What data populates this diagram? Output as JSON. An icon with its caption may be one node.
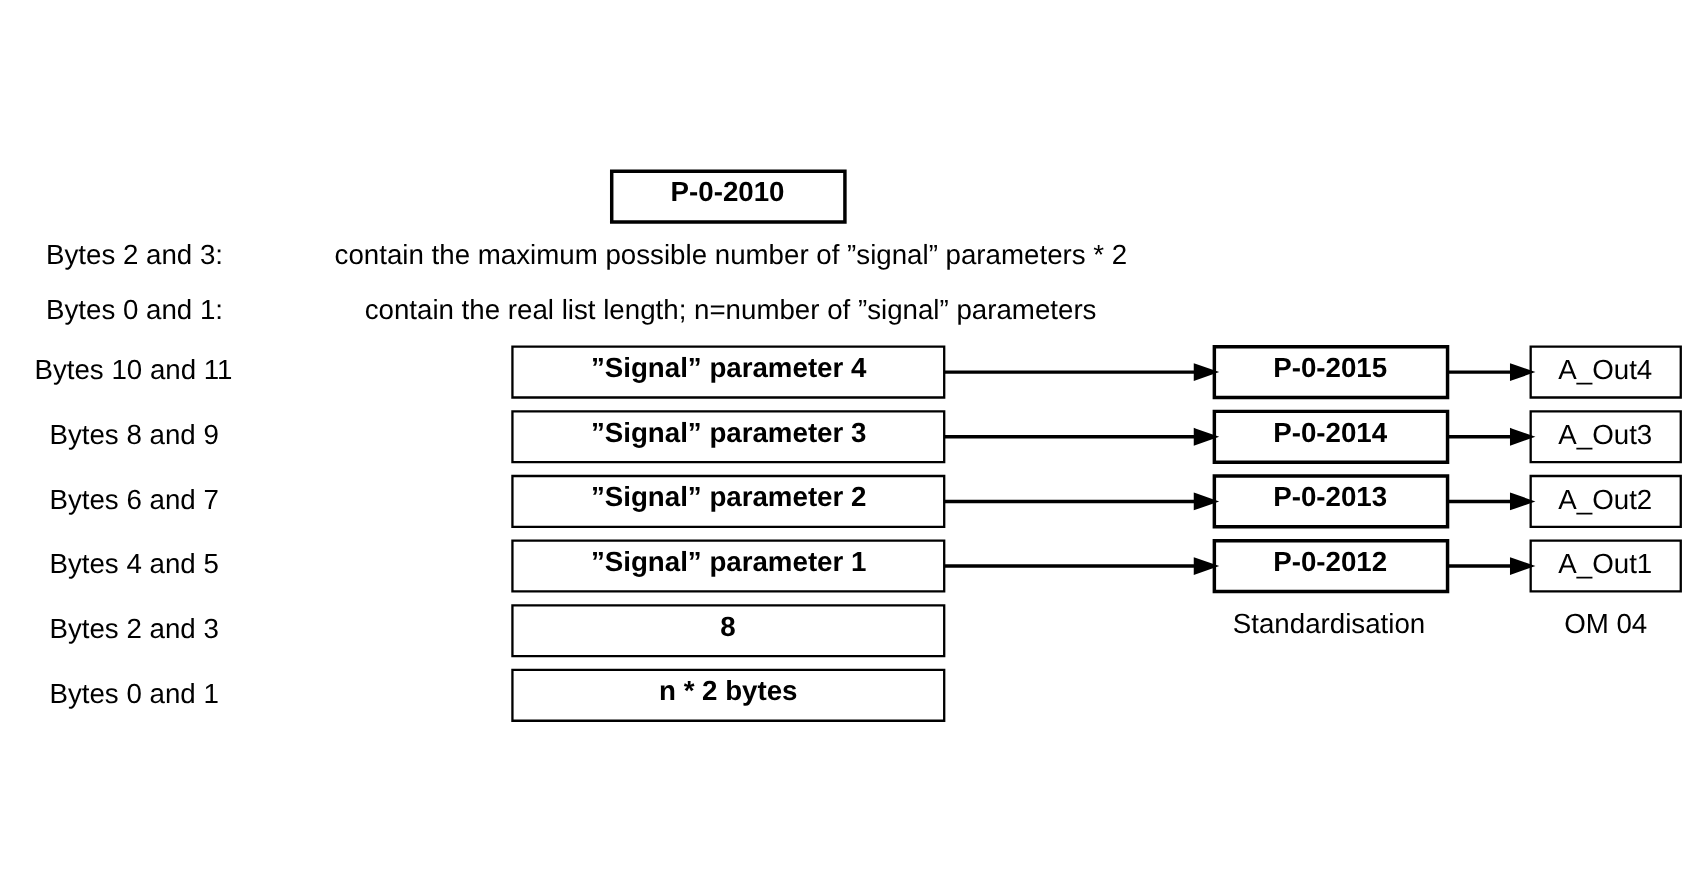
{
  "diagram": {
    "nodes": [
      {
        "text": [
          "P-0-2010"
        ]
      },
      {
        "text": [
          "n * 2 bytes"
        ]
      },
      {
        "text": [
          "8"
        ]
      },
      {
        "text": [
          "”Signal” parameter 1"
        ]
      },
      {
        "text": [
          "”Signal” parameter 2"
        ]
      },
      {
        "text": [
          "”Signal” parameter 3"
        ]
      },
      {
        "text": [
          "”Signal” parameter 4"
        ]
      },
      {
        "text": [
          "P-0-2012"
        ]
      },
      {
        "text": [
          "P-0-2013"
        ]
      },
      {
        "text": [
          "P-0-2014"
        ]
      },
      {
        "text": [
          "P-0-2015"
        ]
      },
      {
        "text": [
          "A_Out1"
        ]
      },
      {
        "text": [
          "A_Out2"
        ]
      },
      {
        "text": [
          "A_Out3"
        ]
      },
      {
        "text": [
          "A_Out4"
        ]
      }
    ],
    "edges": [
      {
        "from": 3,
        "to": 7,
        "arrow": "to"
      },
      {
        "from": 4,
        "to": 8,
        "arrow": "to"
      },
      {
        "from": 5,
        "to": 9,
        "arrow": "to"
      },
      {
        "from": 6,
        "to": 10,
        "arrow": "to"
      },
      {
        "from": 7,
        "to": 11,
        "arrow": "to"
      },
      {
        "from": 8,
        "to": 12,
        "arrow": "to"
      },
      {
        "from": 9,
        "to": 13,
        "arrow": "to"
      },
      {
        "from": 10,
        "to": 14,
        "arrow": "to"
      }
    ],
    "labels": [
      "Standardisation",
      "OM 04",
      "Bytes 0 and 1",
      "Bytes 2 and 3",
      "Bytes 4 and 5",
      "Bytes 6 and 7",
      "Bytes 8 and 9",
      "Bytes 10 and 11",
      "Bytes 0 and 1:",
      "contain the real list length; n=number of ”signal” parameters",
      "Bytes 2 and 3:",
      "contain the maximum possible number of ”signal” parameters * 2"
    ]
  }
}
